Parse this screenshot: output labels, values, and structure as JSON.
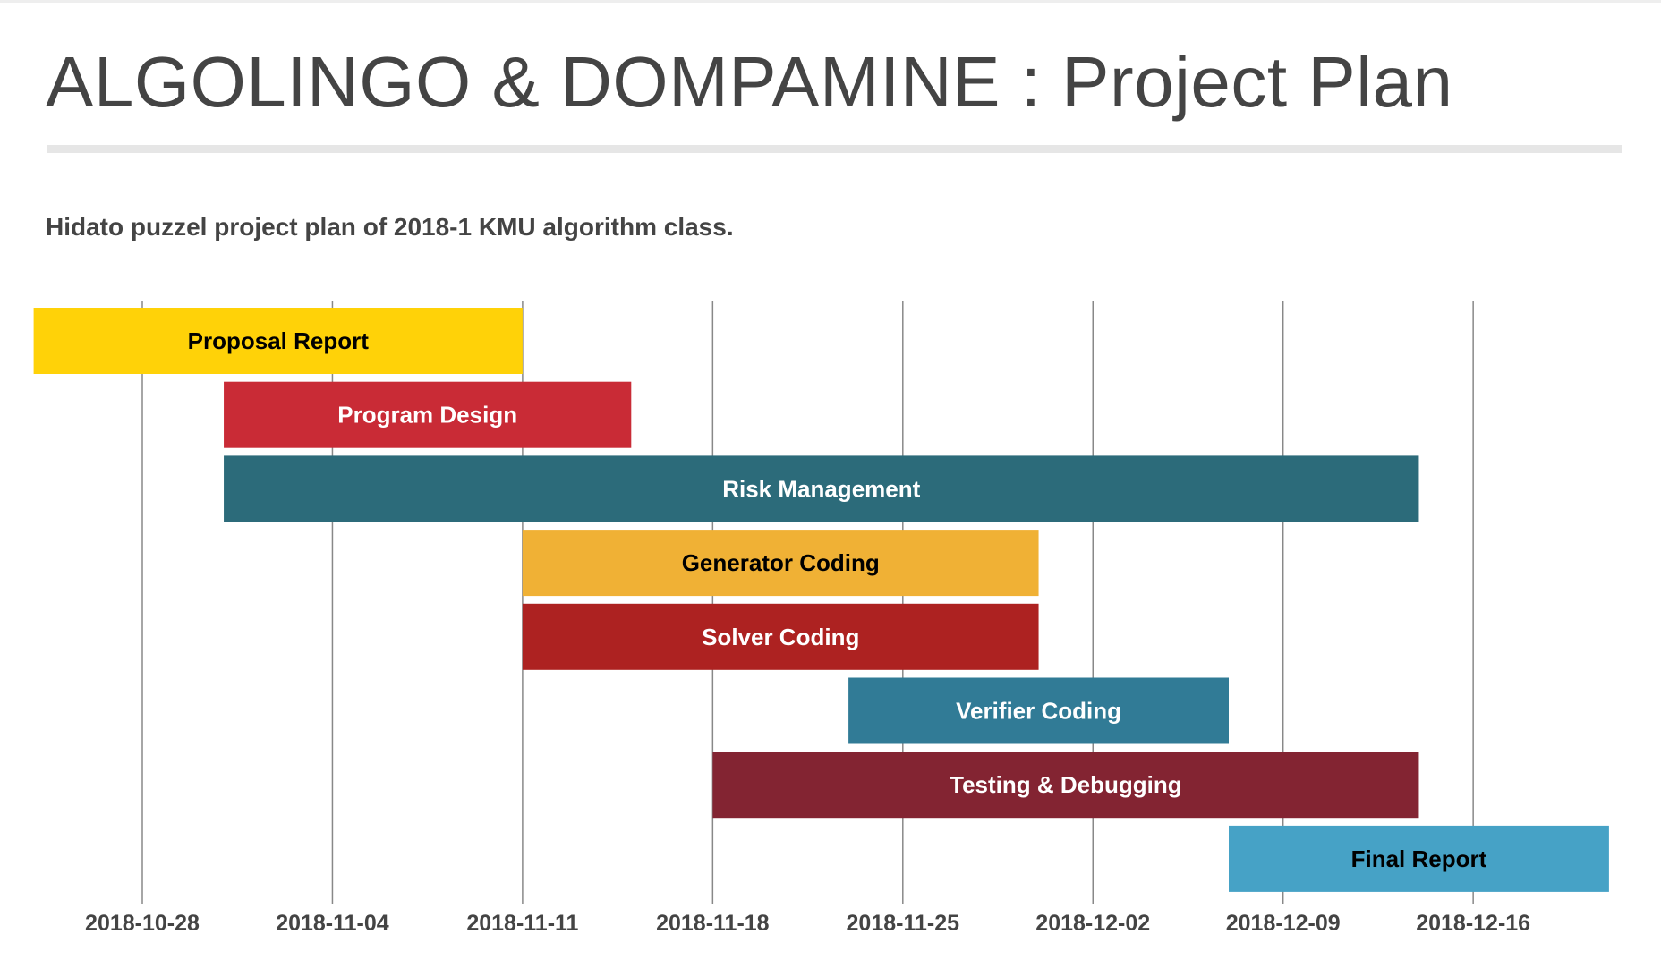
{
  "header": {
    "title": "ALGOLINGO & DOMPAMINE : Project Plan",
    "subtitle": "Hidato puzzel project plan of 2018-1 KMU algorithm class."
  },
  "chart_data": {
    "type": "gantt",
    "tasks": [
      {
        "name": "Proposal Report",
        "start": "2018-10-24",
        "end": "2018-11-11",
        "color": "#FFD208",
        "text_color": "#000000"
      },
      {
        "name": "Program Design",
        "start": "2018-10-31",
        "end": "2018-11-15",
        "color": "#C92B36",
        "text_color": "#FFFFFF"
      },
      {
        "name": "Risk Management",
        "start": "2018-10-31",
        "end": "2018-12-14",
        "color": "#2C6B7A",
        "text_color": "#FFFFFF"
      },
      {
        "name": "Generator Coding",
        "start": "2018-11-11",
        "end": "2018-11-30",
        "color": "#F0B135",
        "text_color": "#000000"
      },
      {
        "name": "Solver Coding",
        "start": "2018-11-11",
        "end": "2018-11-30",
        "color": "#AD2221",
        "text_color": "#FFFFFF"
      },
      {
        "name": "Verifier Coding",
        "start": "2018-11-23",
        "end": "2018-12-07",
        "color": "#317B96",
        "text_color": "#FFFFFF"
      },
      {
        "name": "Testing & Debugging",
        "start": "2018-11-18",
        "end": "2018-12-14",
        "color": "#832432",
        "text_color": "#FFFFFF"
      },
      {
        "name": "Final Report",
        "start": "2018-12-07",
        "end": "2018-12-21",
        "color": "#46A2C6",
        "text_color": "#000000"
      }
    ],
    "x_ticks": [
      "2018-10-28",
      "2018-11-04",
      "2018-11-11",
      "2018-11-18",
      "2018-11-25",
      "2018-12-02",
      "2018-12-09",
      "2018-12-16"
    ],
    "grid": true,
    "gridline_color": "#888888"
  }
}
